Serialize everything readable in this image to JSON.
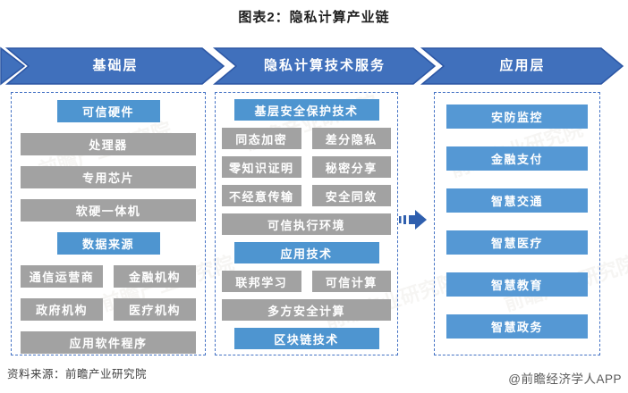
{
  "title": "图表2：隐私计算产业链",
  "stages": [
    {
      "label": "基础层"
    },
    {
      "label": "隐私计算技术服务"
    },
    {
      "label": "应用层"
    }
  ],
  "base": {
    "rows": [
      {
        "style": "blue",
        "items": [
          "可信硬件"
        ]
      },
      {
        "style": "gray",
        "items": [
          "处理器"
        ]
      },
      {
        "style": "gray",
        "items": [
          "专用芯片"
        ]
      },
      {
        "style": "gray",
        "items": [
          "软硬一体机"
        ]
      },
      {
        "style": "blue",
        "items": [
          "数据来源"
        ]
      },
      {
        "style": "gray",
        "items": [
          "通信运营商",
          "金融机构"
        ]
      },
      {
        "style": "gray",
        "items": [
          "政府机构",
          "医疗机构"
        ]
      },
      {
        "style": "gray",
        "items": [
          "应用软件程序"
        ]
      }
    ]
  },
  "tech": {
    "rows": [
      {
        "style": "blue",
        "items": [
          "基层安全保护技术"
        ]
      },
      {
        "style": "gray",
        "items": [
          "同态加密",
          "差分隐私"
        ]
      },
      {
        "style": "gray",
        "items": [
          "零知识证明",
          "秘密分享"
        ]
      },
      {
        "style": "gray",
        "items": [
          "不经意传输",
          "安全同敛"
        ]
      },
      {
        "style": "gray",
        "items": [
          "可信执行环境"
        ]
      },
      {
        "style": "blue",
        "items": [
          "应用技术"
        ]
      },
      {
        "style": "gray",
        "items": [
          "联邦学习",
          "可信计算"
        ]
      },
      {
        "style": "gray",
        "items": [
          "多方安全计算"
        ]
      },
      {
        "style": "blue",
        "items": [
          "区块链技术"
        ]
      }
    ]
  },
  "app": {
    "items": [
      "安防监控",
      "金融支付",
      "智慧交通",
      "智慧医疗",
      "智慧教育",
      "智慧政务"
    ]
  },
  "footer": {
    "source": "资料来源：前瞻产业研究院",
    "credit": "@前瞻经济学人APP"
  },
  "watermark": "前瞻产业研究院",
  "colors": {
    "band_fill": "#4070BC",
    "band_border": "#2C56A4",
    "header_box_blue": "#4E95D0",
    "app_box_blue": "#5598D4",
    "gray_box": "#A2A2A2",
    "dashed_border": "#4472C4",
    "flow_arrow": "#2F5FAE"
  }
}
